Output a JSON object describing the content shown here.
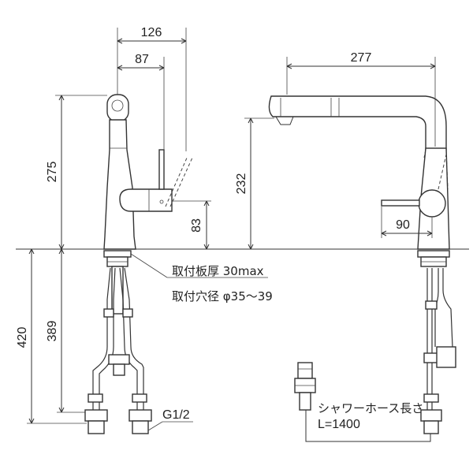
{
  "dimensions": {
    "front_width_126": "126",
    "front_width_87": "87",
    "front_height_275": "275",
    "front_lever_83": "83",
    "under_420": "420",
    "under_389": "389",
    "side_reach_277": "277",
    "side_height_232": "232",
    "side_lever_90": "90"
  },
  "notes": {
    "plate_thickness": "取付板厚 30max",
    "hole_diameter": "取付穴径 φ35～39",
    "thread": "G1/2",
    "shower_hose": "シャワーホース長さ",
    "hose_length": "L=1400"
  }
}
